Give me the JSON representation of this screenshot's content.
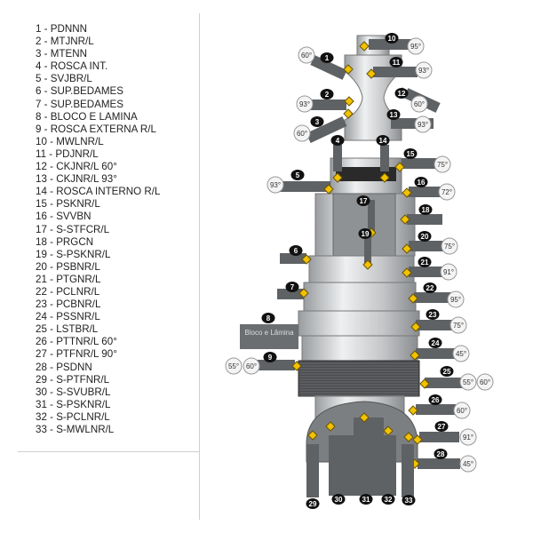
{
  "legend": [
    "1 -  PDNNN",
    "2  - MTJNR/L",
    "3  - MTENN",
    "4  - ROSCA INT.",
    "5  - SVJBR/L",
    "6  - SUP.BEDAMES",
    "7 -  SUP.BEDAMES",
    "8  - BLOCO E LAMINA",
    "9  - ROSCA EXTERNA R/L",
    "10 - MWLNR/L",
    "11 - PDJNR/L",
    "12 - CKJNR/L 60°",
    "13 - CKJNR/L 93°",
    "14 - ROSCA INTERNO R/L",
    "15 - PSKNR/L",
    "16 - SVVBN",
    "17 - S-STFCR/L",
    "18 - PRGCN",
    "19 - S-PSKNR/L",
    "20 - PSBNR/L",
    "21 - PTGNR/L",
    "22 - PCLNR/L",
    "23 - PCBNR/L",
    "24 - PSSNR/L",
    "25 - LSTBR/L",
    "26 - PTTNR/L 60°",
    "27 - PTFNR/L 90°",
    "28 - PSDNN",
    "29 - S-PTFNR/L",
    "30 - S-SVUBR/L",
    "31 - S-PSKNR/L",
    "32 - S-PCLNR/L",
    "33 - S-MWLNR/L"
  ],
  "diagram": {
    "block_label": "Bloco e Lâmina",
    "callouts": [
      {
        "n": "1",
        "angles": [
          "60°"
        ]
      },
      {
        "n": "2",
        "angles": [
          "93°"
        ]
      },
      {
        "n": "3",
        "angles": [
          "60°"
        ]
      },
      {
        "n": "4",
        "angles": []
      },
      {
        "n": "5",
        "angles": [
          "93°"
        ]
      },
      {
        "n": "6",
        "angles": []
      },
      {
        "n": "7",
        "angles": []
      },
      {
        "n": "8",
        "angles": []
      },
      {
        "n": "9",
        "angles": [
          "55°",
          "60°"
        ]
      },
      {
        "n": "10",
        "angles": [
          "95°"
        ]
      },
      {
        "n": "11",
        "angles": [
          "93°"
        ]
      },
      {
        "n": "12",
        "angles": [
          "60°"
        ]
      },
      {
        "n": "13",
        "angles": [
          "93°"
        ]
      },
      {
        "n": "14",
        "angles": []
      },
      {
        "n": "15",
        "angles": [
          "75°"
        ]
      },
      {
        "n": "16",
        "angles": [
          "72°"
        ]
      },
      {
        "n": "17",
        "angles": []
      },
      {
        "n": "18",
        "angles": []
      },
      {
        "n": "19",
        "angles": []
      },
      {
        "n": "20",
        "angles": [
          "75°"
        ]
      },
      {
        "n": "21",
        "angles": [
          "91°"
        ]
      },
      {
        "n": "22",
        "angles": [
          "95°"
        ]
      },
      {
        "n": "23",
        "angles": [
          "75°"
        ]
      },
      {
        "n": "24",
        "angles": [
          "45°"
        ]
      },
      {
        "n": "25",
        "angles": [
          "55°",
          "60°"
        ]
      },
      {
        "n": "26",
        "angles": [
          "60°"
        ]
      },
      {
        "n": "27",
        "angles": [
          "91°"
        ]
      },
      {
        "n": "28",
        "angles": [
          "45°"
        ]
      },
      {
        "n": "29",
        "angles": []
      },
      {
        "n": "30",
        "angles": []
      },
      {
        "n": "31",
        "angles": []
      },
      {
        "n": "32",
        "angles": []
      },
      {
        "n": "33",
        "angles": []
      }
    ],
    "colors": {
      "body": "#c9cbcd",
      "body_dark": "#8e9194",
      "tool": "#5f6265",
      "insert": "#f2c200",
      "badge": "#111111",
      "thread": "#4a4c4e"
    }
  }
}
